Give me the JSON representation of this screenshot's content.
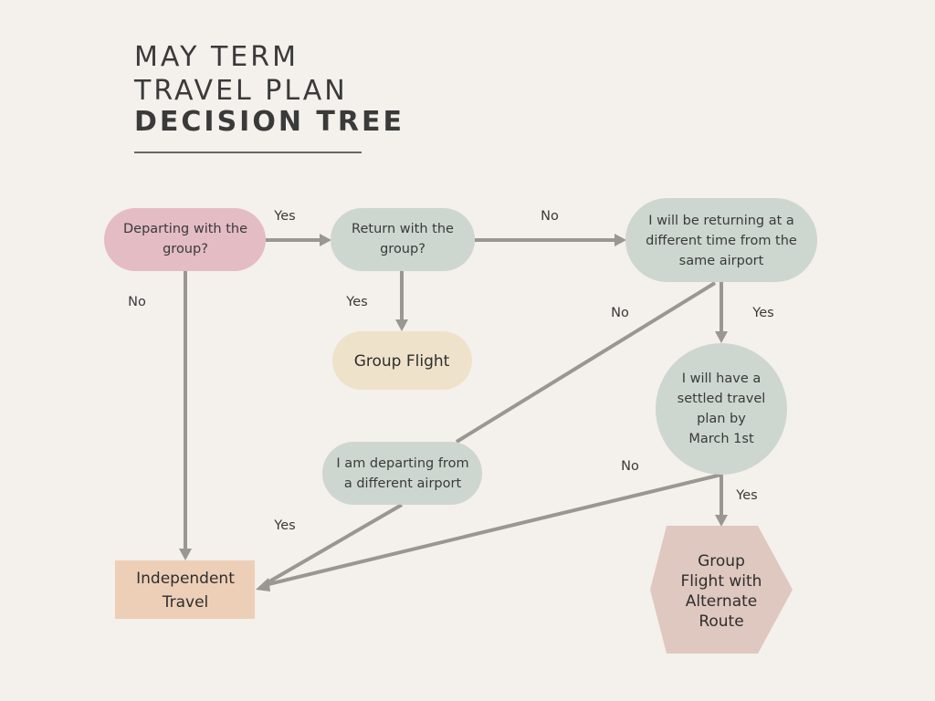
{
  "title": {
    "line1": "MAY TERM",
    "line2": "TRAVEL PLAN",
    "line3": "DECISION TREE"
  },
  "nodes": {
    "departing": [
      "Departing with the",
      "group?"
    ],
    "return": [
      "Return with the",
      "group?"
    ],
    "returning_diff_time": [
      "I will be returning at a",
      "different time from the",
      "same airport"
    ],
    "group_flight": [
      "Group Flight"
    ],
    "settled_plan": [
      "I will have a",
      "settled travel",
      "plan by",
      "March 1st"
    ],
    "different_airport": [
      "I am departing from",
      "a different airport"
    ],
    "independent_travel": [
      "Independent",
      "Travel"
    ],
    "alternate_route": [
      "Group",
      "Flight with",
      "Alternate",
      "Route"
    ]
  },
  "edge_labels": {
    "departing_yes": "Yes",
    "departing_no": "No",
    "return_yes": "Yes",
    "return_no": "No",
    "diff_time_no": "No",
    "diff_time_yes": "Yes",
    "settled_no": "No",
    "settled_yes": "Yes",
    "diff_airport_yes": "Yes"
  },
  "colors": {
    "background": "#f4f0eb",
    "pink": "#e3bcc4",
    "sage": "#cdd7cf",
    "cream": "#efe2cb",
    "peach": "#edcfb7",
    "rose": "#dfc8bf",
    "edge": "#9a9692"
  }
}
